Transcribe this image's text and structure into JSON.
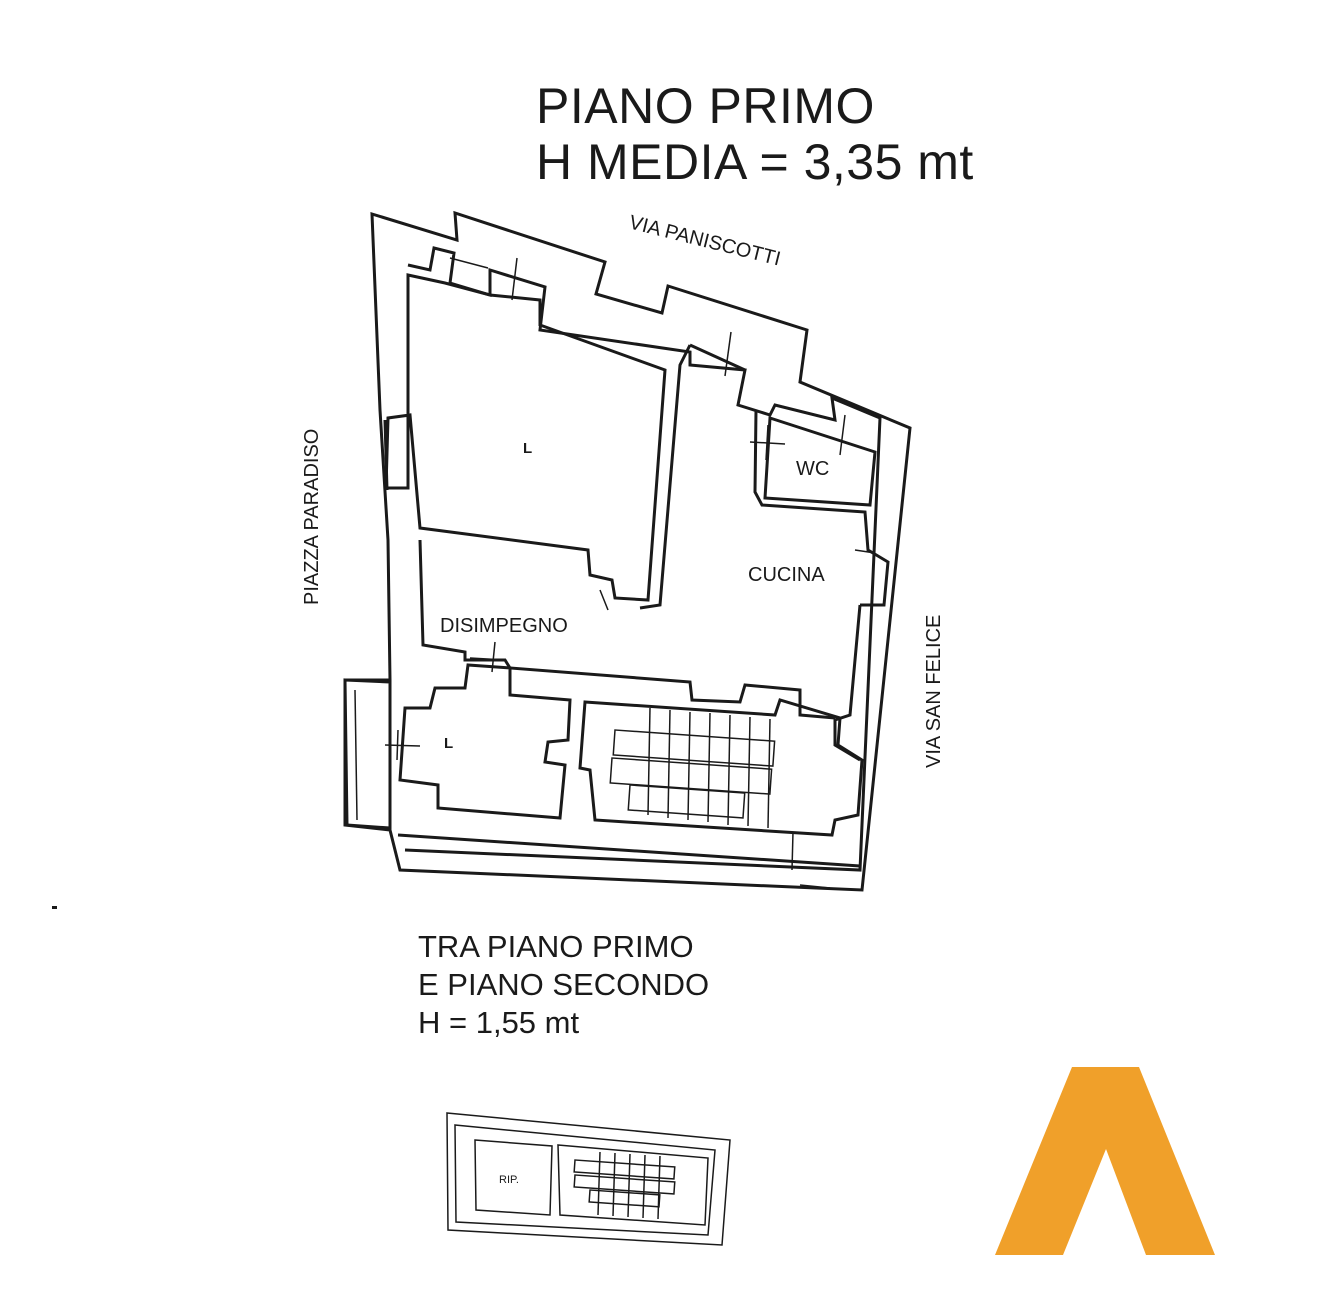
{
  "plan": {
    "title_line1": "PIANO PRIMO",
    "title_line2": "H MEDIA = 3,35 mt",
    "streets": {
      "north": "VIA PANISCOTTI",
      "west": "PIAZZA PARADISO",
      "east": "VIA SAN FELICE"
    },
    "rooms": {
      "living_main": "L",
      "wc": "WC",
      "kitchen": "CUCINA",
      "hallway": "DISIMPEGNO",
      "living_small": "L"
    }
  },
  "mezzanine": {
    "title_line1": "TRA PIANO PRIMO",
    "title_line2": "E PIANO SECONDO",
    "title_line3": "H = 1,55 mt",
    "rooms": {
      "storage": "RIP."
    }
  },
  "logo": {
    "color": "#F0A02A"
  },
  "colors": {
    "ink": "#1a1a1a",
    "background": "#ffffff"
  }
}
